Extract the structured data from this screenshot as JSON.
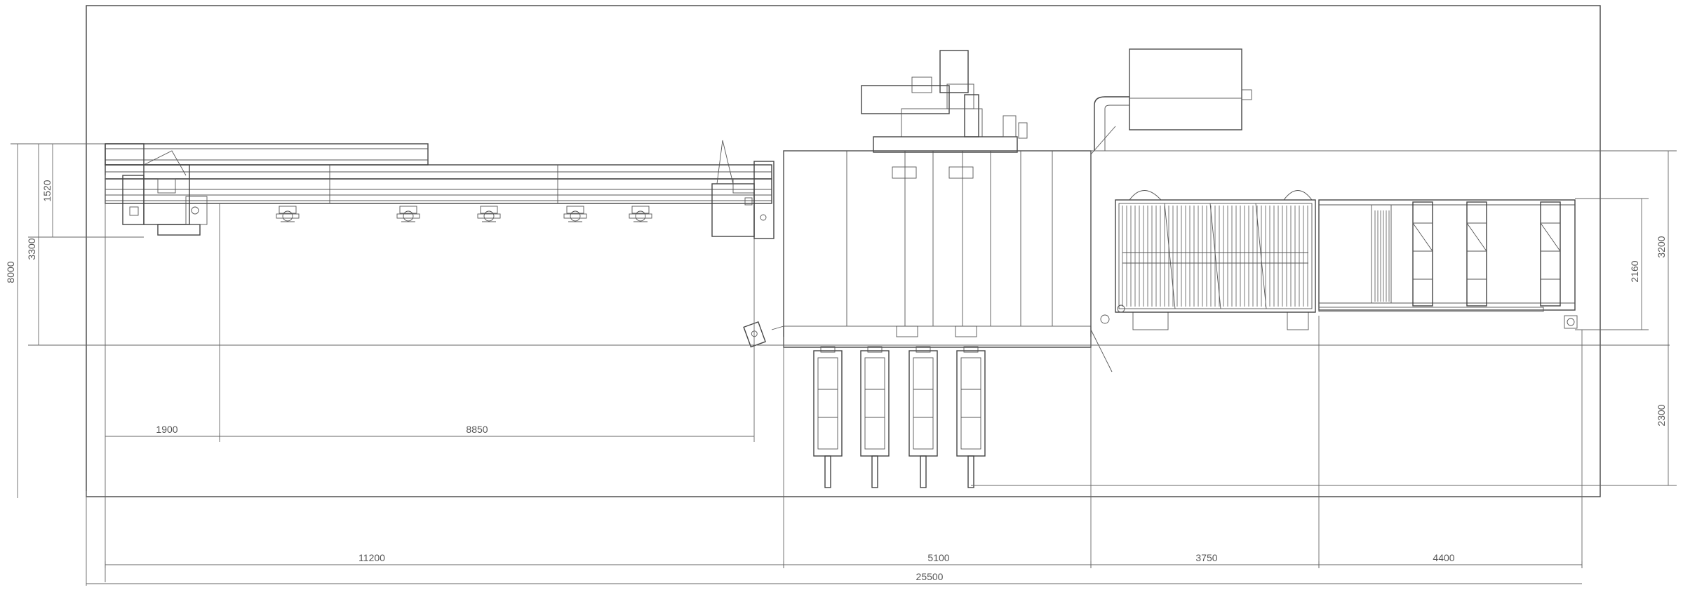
{
  "dimensions": {
    "total_length": "25500",
    "segments": [
      {
        "key": "infeed",
        "label": "11200"
      },
      {
        "key": "machine",
        "label": "5100"
      },
      {
        "key": "conveyor",
        "label": "3750"
      },
      {
        "key": "outfeed",
        "label": "4400"
      }
    ],
    "sub_segments": [
      {
        "key": "left_part",
        "label": "1900"
      },
      {
        "key": "rail_part",
        "label": "8850"
      }
    ],
    "left_height_total": "8000",
    "left_height_track": "3300",
    "left_height_top": "1520",
    "right_height_upper": "3200",
    "right_height_lower": "2300",
    "right_inner_height": "2160"
  },
  "colors": {
    "line": "#444444",
    "dimension": "#666666",
    "background": "#ffffff"
  }
}
